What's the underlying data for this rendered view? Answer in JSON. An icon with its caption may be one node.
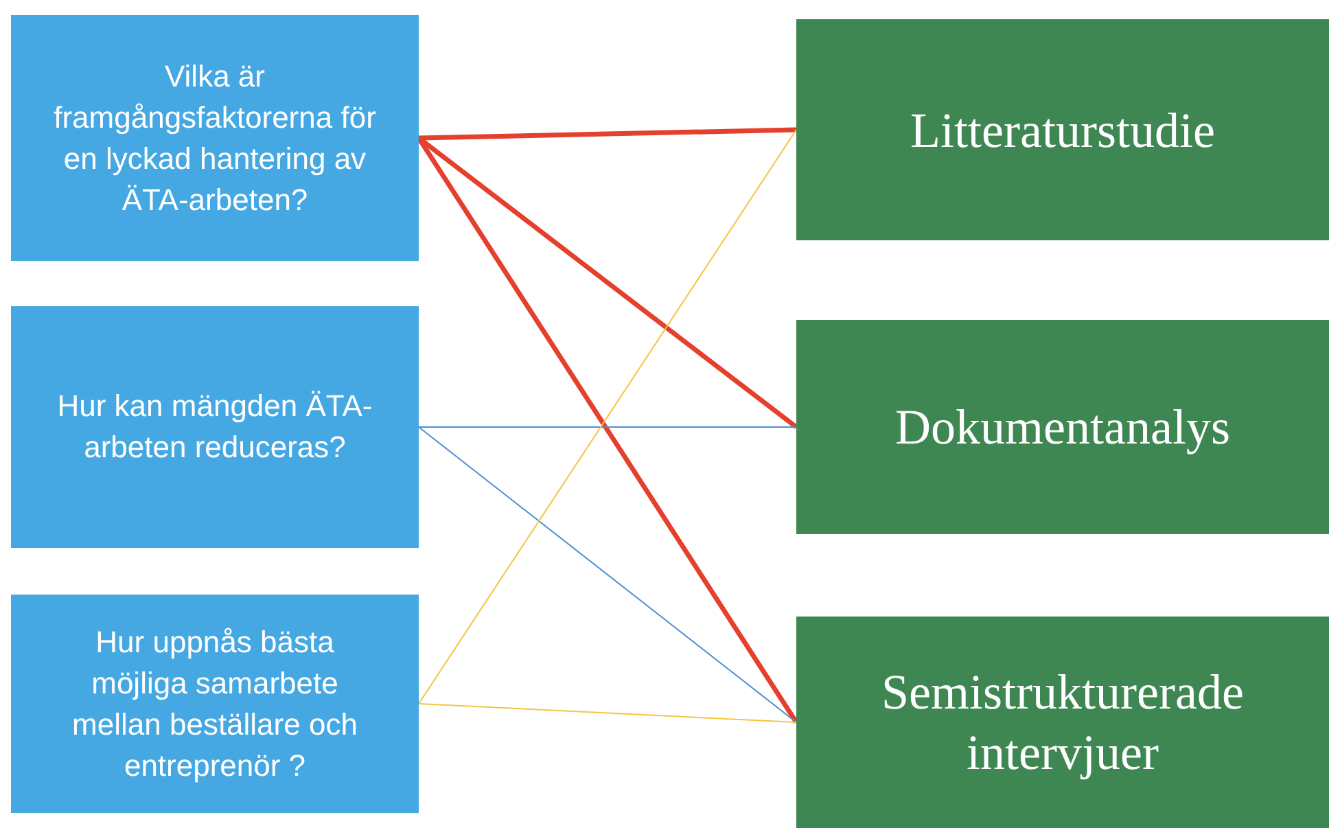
{
  "diagram": {
    "nodes": [
      {
        "text": [
          "Vilka är framgångsfaktorerna för en lyckad hantering av ÄTA-arbeten?"
        ]
      },
      {
        "text": [
          "Hur kan mängden ÄTA-arbeten reduceras?"
        ]
      },
      {
        "text": [
          "Hur uppnås bästa möjliga samarbete mellan beställare och entreprenör ?"
        ]
      },
      {
        "text": [
          "Litteraturstudie"
        ]
      },
      {
        "text": [
          "Dokumentanalys"
        ]
      },
      {
        "text": [
          "Semistrukturerade intervjuer"
        ]
      }
    ],
    "edges": [
      {
        "from": 0,
        "to": 3,
        "arrow": "none",
        "style": "thick",
        "color": "#e5402e"
      },
      {
        "from": 0,
        "to": 4,
        "arrow": "none",
        "style": "thick",
        "color": "#e5402e"
      },
      {
        "from": 0,
        "to": 5,
        "arrow": "none",
        "style": "thick",
        "color": "#e5402e"
      },
      {
        "from": 1,
        "to": 4,
        "arrow": "none",
        "color": "#4a8fd4"
      },
      {
        "from": 1,
        "to": 5,
        "arrow": "none",
        "color": "#4a8fd4"
      },
      {
        "from": 2,
        "to": 3,
        "arrow": "none",
        "color": "#f4c443"
      },
      {
        "from": 2,
        "to": 5,
        "arrow": "none",
        "color": "#f4c443"
      }
    ]
  }
}
